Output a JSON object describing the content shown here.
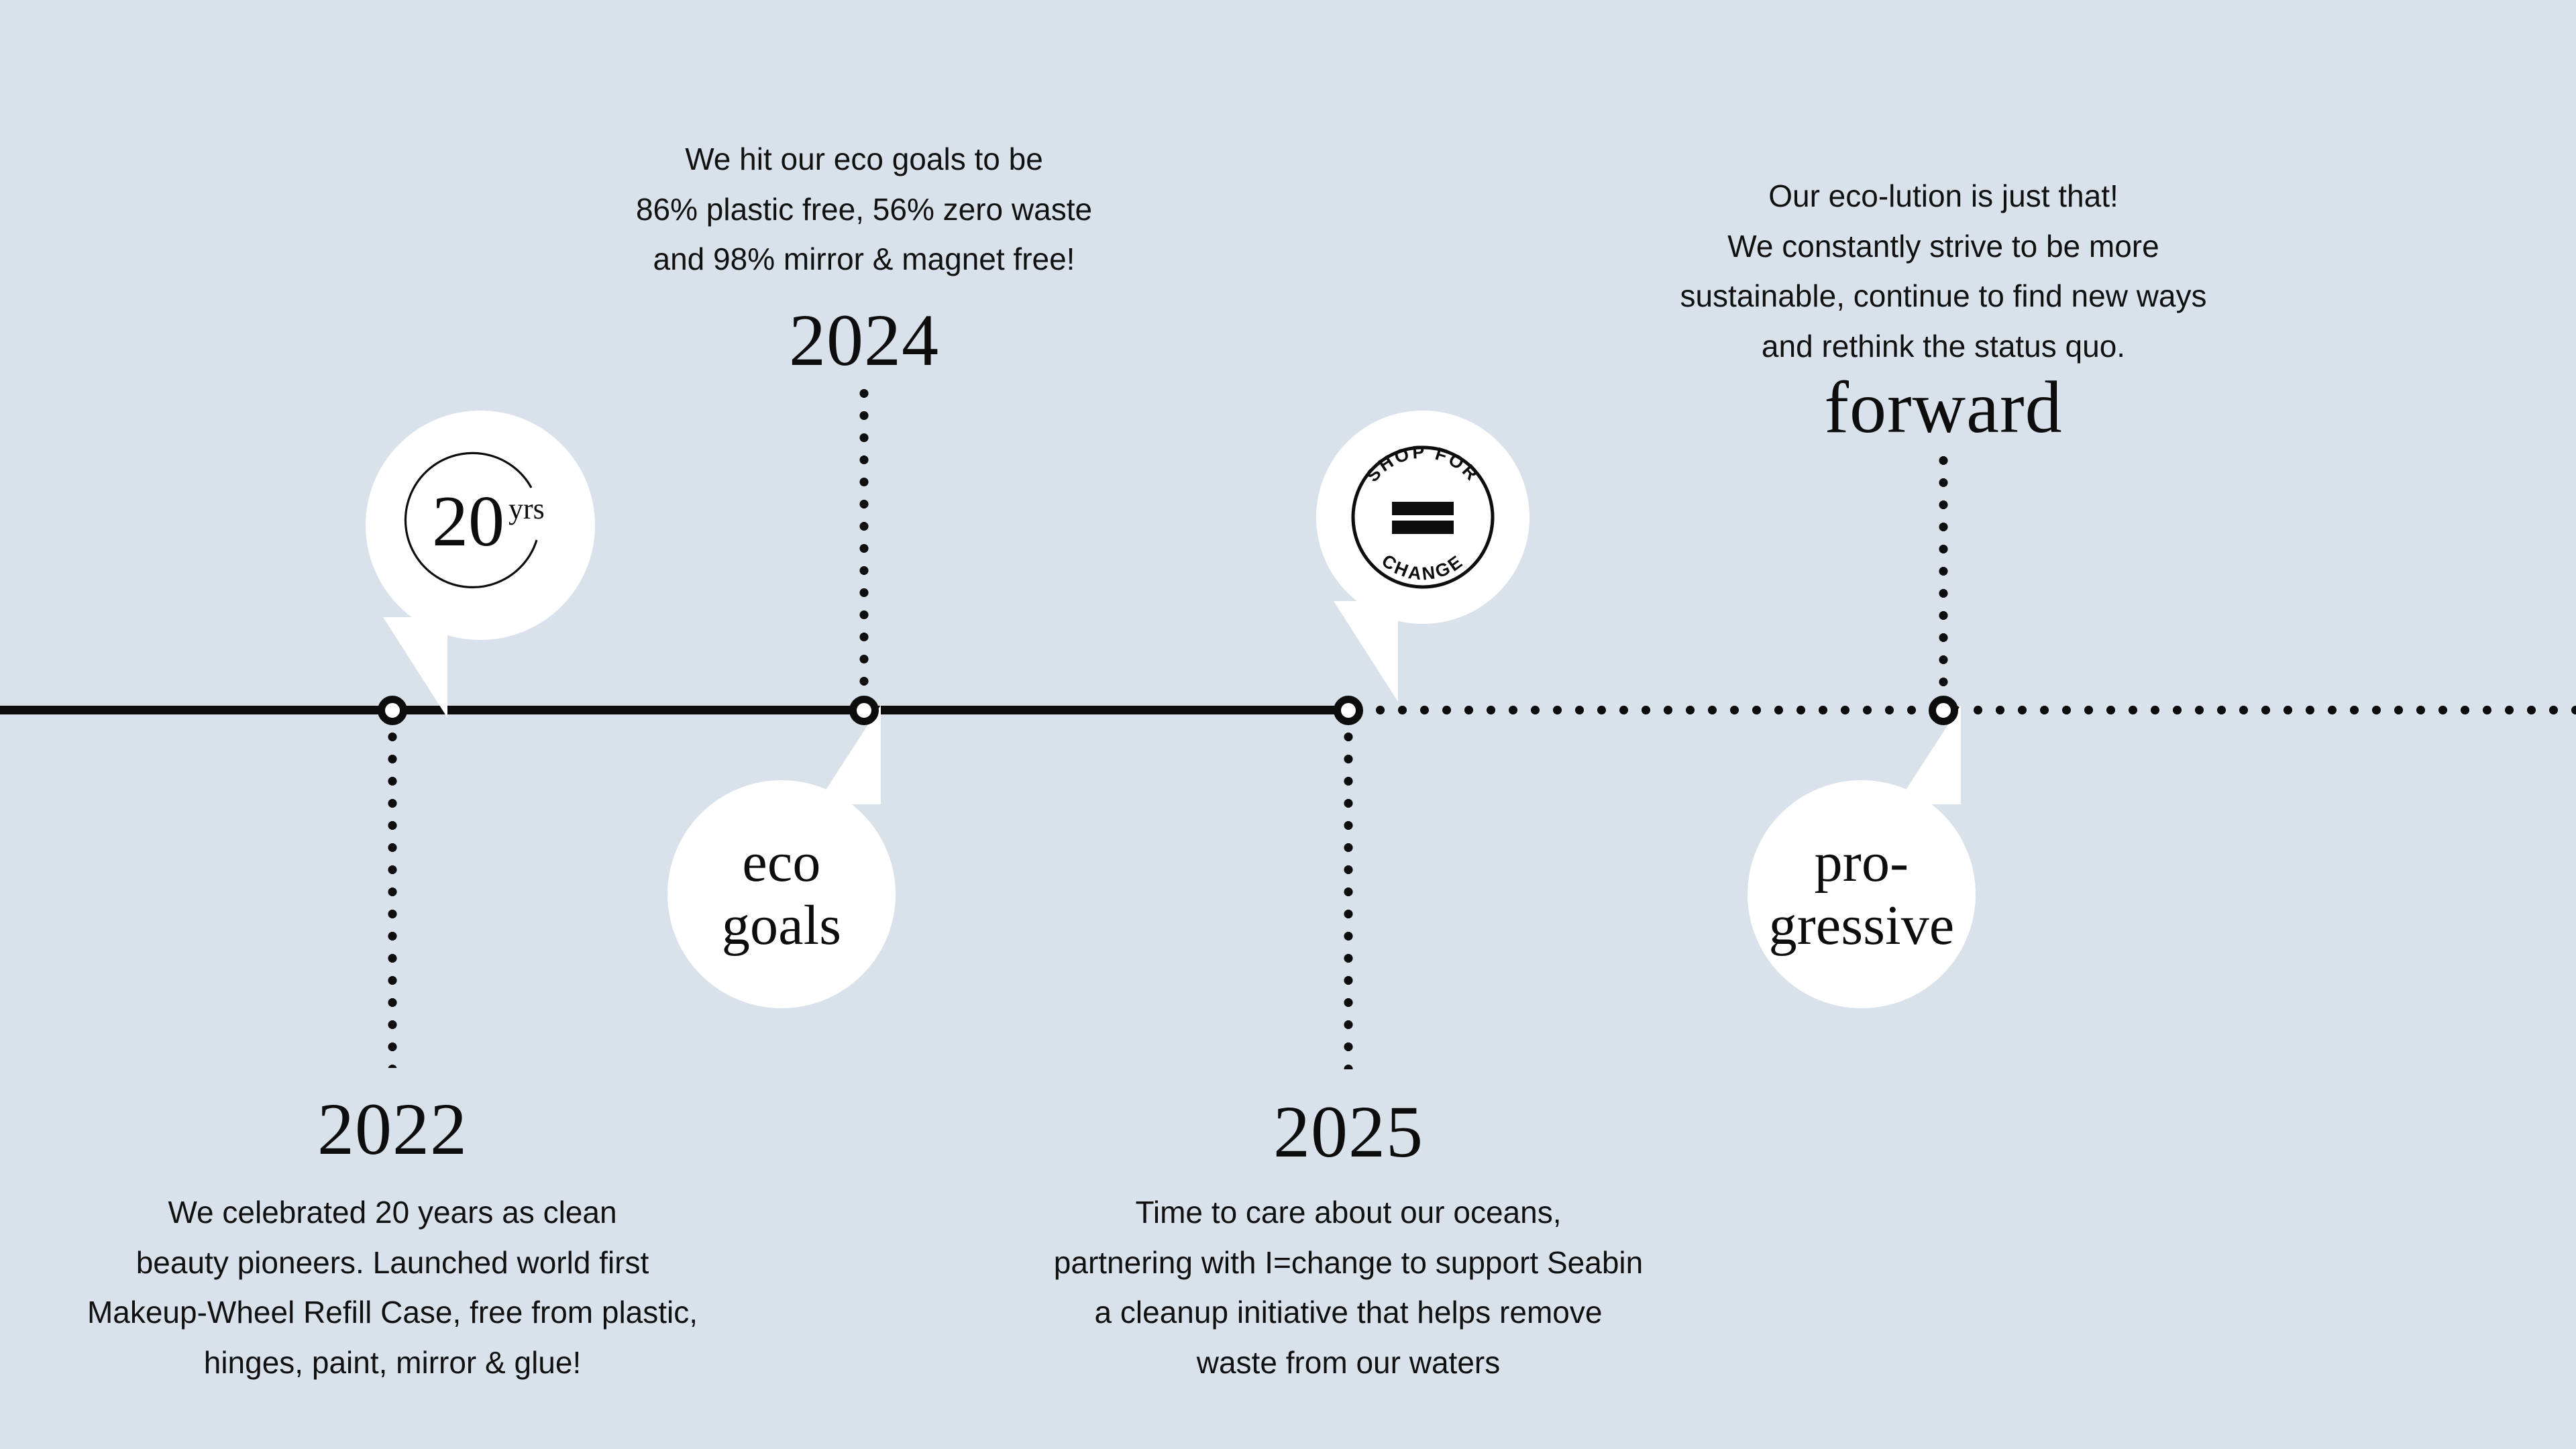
{
  "theme": {
    "background": "#d9e2eb",
    "ink": "#0d0d0d",
    "bubble_fill": "#ffffff"
  },
  "timeline": {
    "milestones": [
      {
        "id": "2022",
        "year": "2022",
        "year_position": "below",
        "body": [
          "We celebrated 20 years as clean",
          "beauty pioneers. Launched world first",
          "Makeup-Wheel Refill Case, free from plastic,",
          "hinges, paint, mirror & glue!"
        ],
        "bubble": {
          "kind": "stamp",
          "position": "above",
          "stamp": {
            "number": "20",
            "suffix": "yrs"
          }
        }
      },
      {
        "id": "2024",
        "year": "2024",
        "year_position": "above",
        "body": [
          "We hit our eco goals to be",
          "86% plastic free, 56% zero waste",
          "and 98% mirror & magnet free!"
        ],
        "bubble": {
          "kind": "text",
          "position": "below",
          "lines": [
            "eco",
            "goals"
          ]
        }
      },
      {
        "id": "2025",
        "year": "2025",
        "year_position": "below",
        "body": [
          "Time to care about our oceans,",
          "partnering with I=change to support Seabin",
          "a cleanup initiative that helps remove",
          "waste from our waters"
        ],
        "bubble": {
          "kind": "stamp",
          "position": "above",
          "stamp": {
            "top_text": "SHOP FOR",
            "bottom_text": "CHANGE",
            "symbol": "="
          }
        }
      },
      {
        "id": "forward",
        "year": "forward",
        "year_position": "above",
        "body": [
          "Our eco-lution is just that!",
          "We constantly strive to be more",
          "sustainable, continue to find new ways",
          "and rethink the status quo."
        ],
        "bubble": {
          "kind": "text",
          "position": "below",
          "lines": [
            "pro-",
            "gressive"
          ]
        }
      }
    ]
  }
}
